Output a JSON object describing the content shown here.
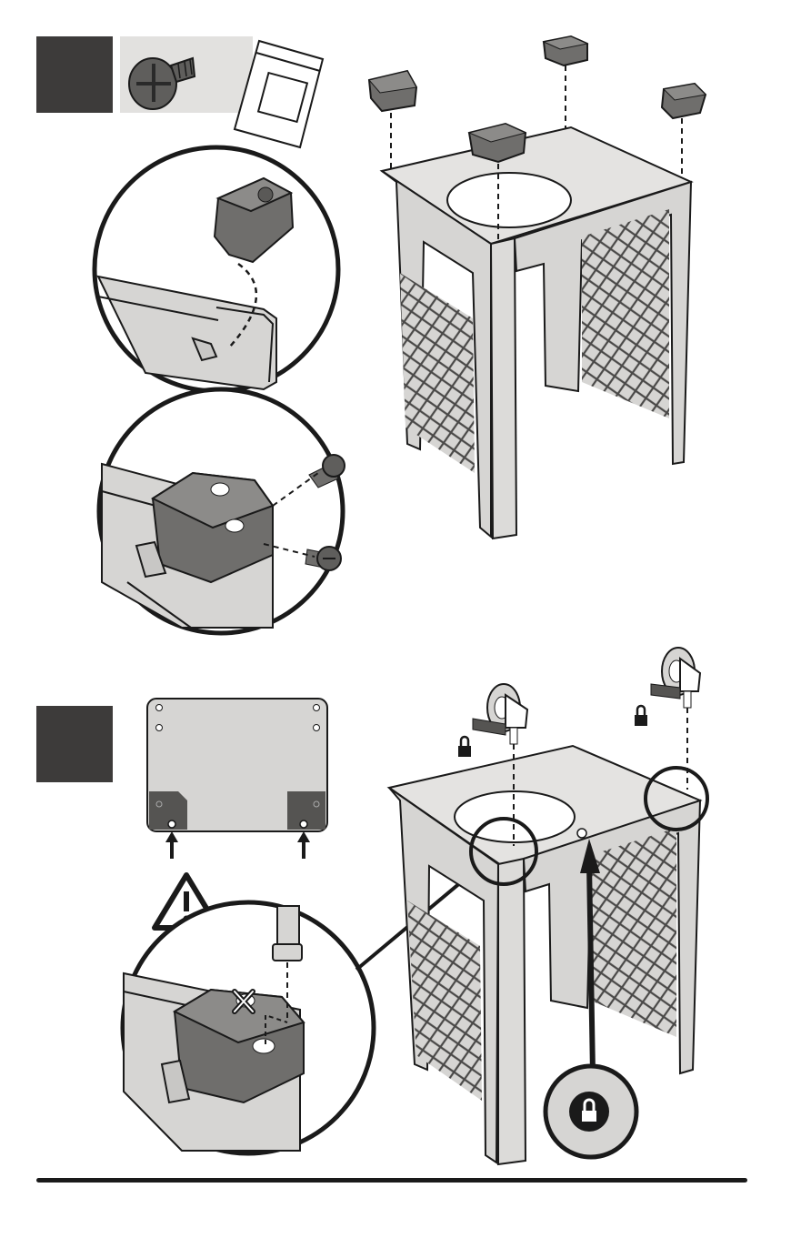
{
  "document": {
    "type": "assembly-instructions",
    "steps": [
      {
        "step_index": 1,
        "number_text": "",
        "hardware": [
          "screw-icon",
          "parts-bag-icon"
        ],
        "callouts": [
          "foot-cap-insert-detail",
          "foot-cap-screw-detail"
        ]
      },
      {
        "step_index": 2,
        "number_text": "",
        "hardware": [
          "locking-caster-icon",
          "caster-icon"
        ],
        "callouts": [
          "caster-socket-warning-detail",
          "brake-lock-detail"
        ],
        "warning": "warning-triangle-icon",
        "incorrect_mark": "X"
      }
    ]
  },
  "colors": {
    "step_box": "#3d3b3a",
    "part_gray": "#6f6e6c",
    "panel_gray": "#d6d5d3",
    "line": "#1a1a1a"
  }
}
